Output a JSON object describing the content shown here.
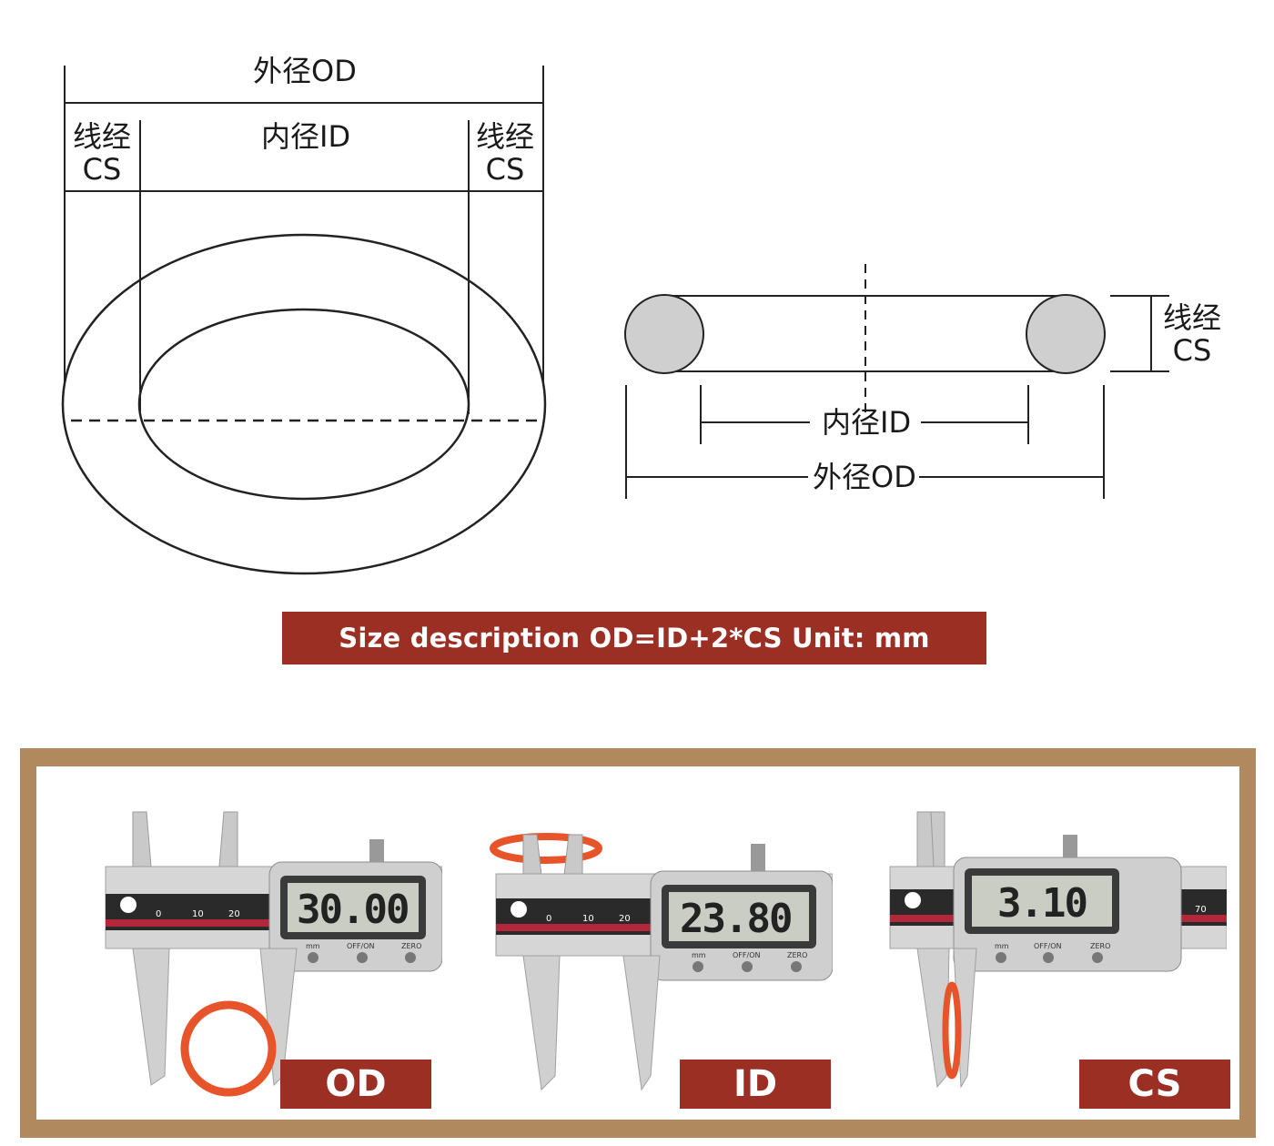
{
  "left_diagram": {
    "od_label": "外径OD",
    "id_label": "内径ID",
    "cs_label_left": {
      "line1": "线经",
      "line2": "CS"
    },
    "cs_label_right": {
      "line1": "线经",
      "line2": "CS"
    }
  },
  "right_diagram": {
    "cs_label": {
      "line1": "线经",
      "line2": "CS"
    },
    "id_label": "内径ID",
    "od_label": "外径OD"
  },
  "banner": {
    "text": "Size description OD=ID+2*CS Unit: mm"
  },
  "colors": {
    "accent": "#9c2f23",
    "frame": "#b0895f",
    "oring": "#e8542a"
  },
  "measurements": [
    {
      "tag": "OD",
      "reading": "30.00",
      "buttons": [
        "mm",
        "OFF/ON",
        "ZERO"
      ],
      "scale": [
        "0",
        "10",
        "20"
      ]
    },
    {
      "tag": "ID",
      "reading": "23.80",
      "buttons": [
        "mm",
        "OFF/ON",
        "ZERO"
      ],
      "scale": [
        "0",
        "10",
        "20"
      ]
    },
    {
      "tag": "CS",
      "reading": "3.10",
      "buttons": [
        "mm",
        "OFF/ON",
        "ZERO"
      ],
      "scale": [
        "70"
      ]
    }
  ]
}
